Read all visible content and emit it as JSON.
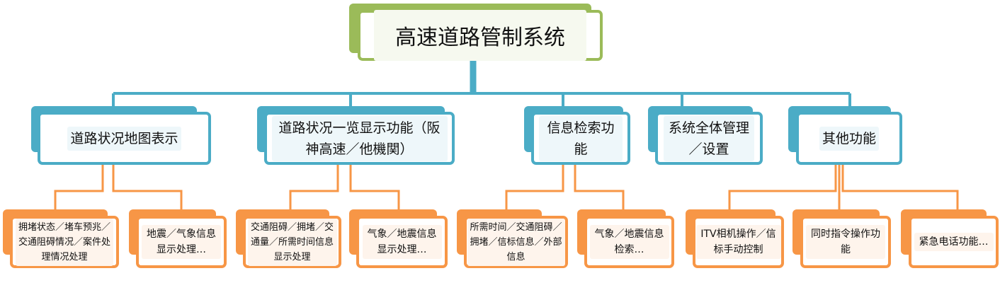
{
  "root": {
    "label": "高速道路管制系统"
  },
  "categories": [
    {
      "label": "道路状况地图表示",
      "children": [
        "拥堵状态／堵车预兆／交通阻碍情况／案件处理情况处理",
        "地震／气象信息显示处理…"
      ]
    },
    {
      "label": "道路状况一览显示功能（阪神高速／他機関）",
      "children": [
        "交通阻碍／拥堵／交通量／所需时间信息显示处理",
        "气象／地震信息显示处理…"
      ]
    },
    {
      "label": "信息检索功能",
      "children": [
        "所需时间／交通阻碍／拥堵／信标信息／外部信息",
        "气象／地震信息检索…"
      ]
    },
    {
      "label": "系统全体管理／设置",
      "children": []
    },
    {
      "label": "其他功能",
      "children": [
        "ITV相机操作／信标手动控制",
        "同时指令操作功能",
        "紧急电话功能…"
      ]
    }
  ],
  "colors": {
    "root": "#9bbb59",
    "category": "#4bacc6",
    "leaf": "#f79646"
  }
}
